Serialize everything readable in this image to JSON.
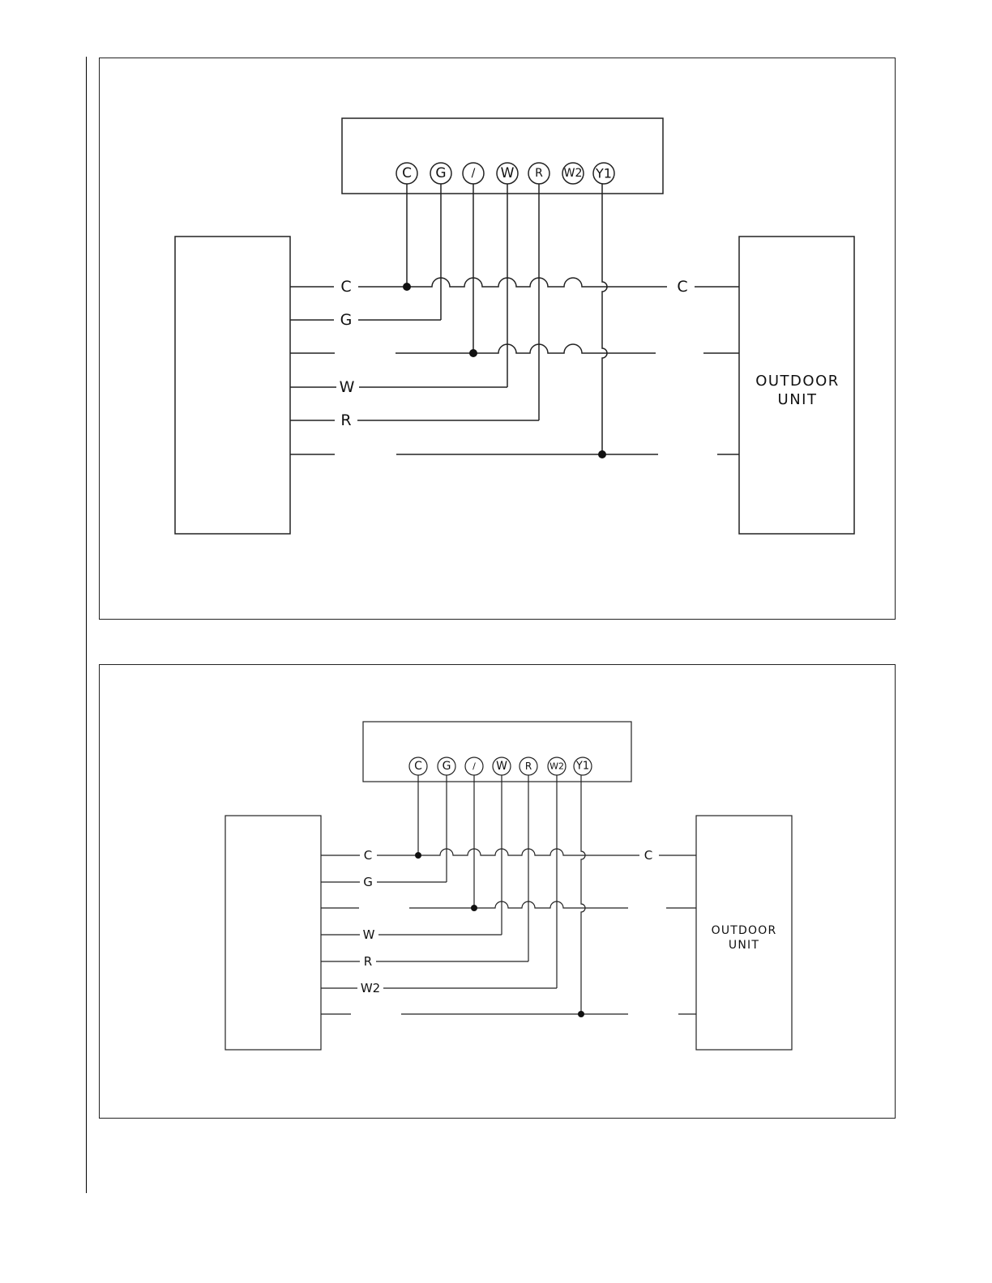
{
  "diagrams": [
    {
      "terminals": [
        "C",
        "G",
        "/",
        "W",
        "R",
        "W2",
        "Y1"
      ],
      "indoor_wire_labels": [
        "C",
        "G",
        "",
        "W",
        "R",
        ""
      ],
      "outdoor_wire_labels": [
        "C",
        "",
        ""
      ],
      "outdoor_unit": {
        "line1": "OUTDOOR",
        "line2": "UNIT"
      }
    },
    {
      "terminals": [
        "C",
        "G",
        "/",
        "W",
        "R",
        "W2",
        "Y1"
      ],
      "indoor_wire_labels": [
        "C",
        "G",
        "",
        "W",
        "R",
        "W2",
        ""
      ],
      "outdoor_wire_labels": [
        "C",
        "",
        ""
      ],
      "outdoor_unit": {
        "line1": "OUTDOOR",
        "line2": "UNIT"
      }
    }
  ]
}
